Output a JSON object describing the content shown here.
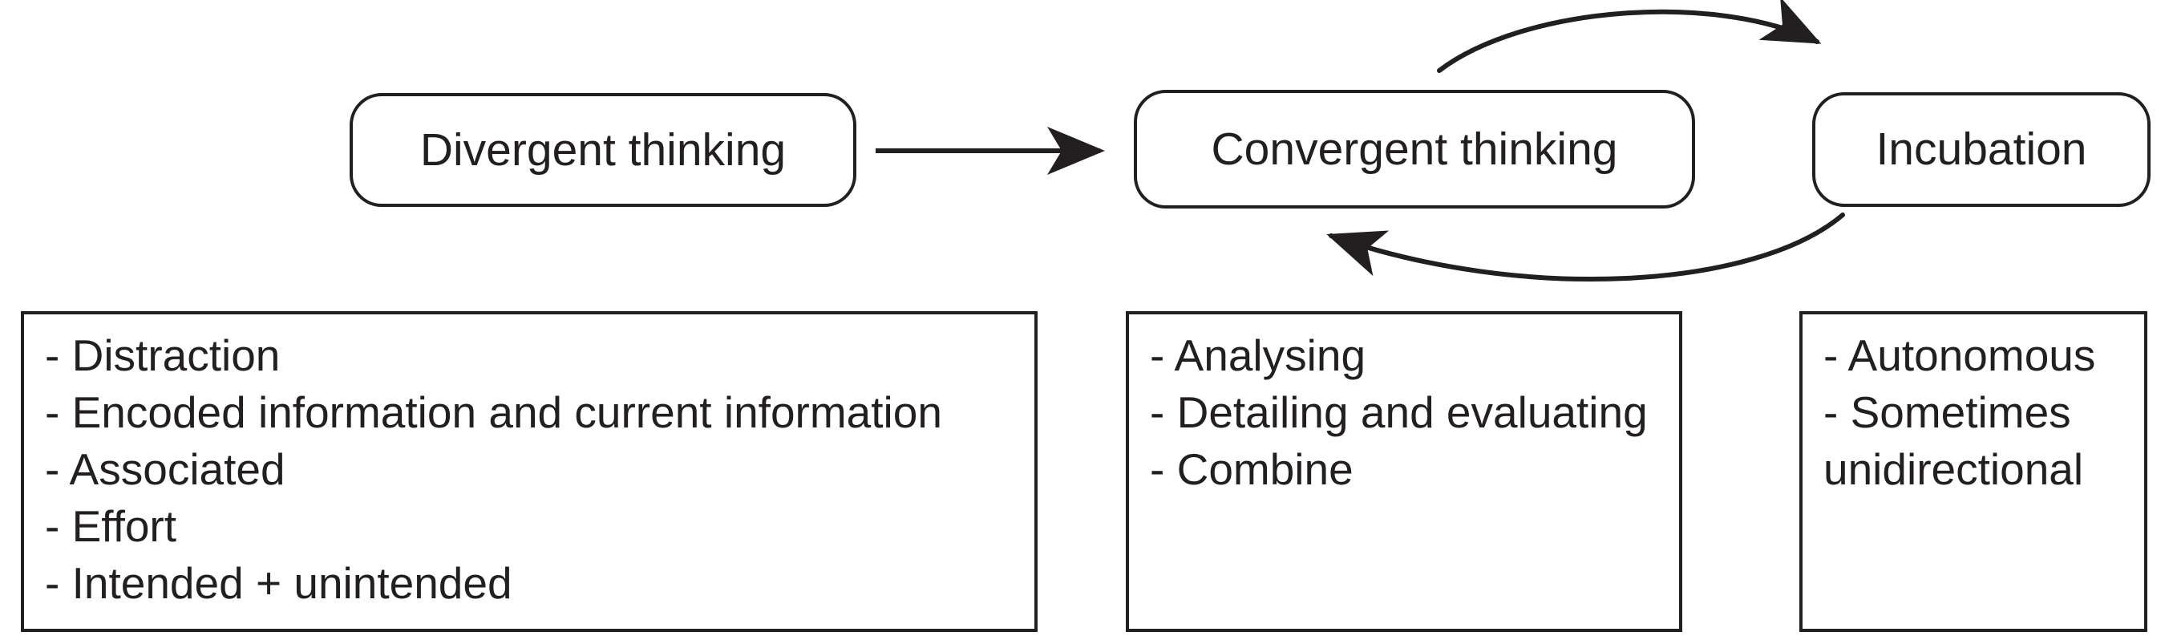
{
  "colors": {
    "line": "#231f20",
    "background": "#ffffff"
  },
  "stages": [
    {
      "label": "Divergent thinking"
    },
    {
      "label": "Convergent thinking"
    },
    {
      "label": "Incubation"
    }
  ],
  "connections": [
    {
      "from": "Divergent thinking",
      "to": "Convergent thinking",
      "style": "straight-arrow"
    },
    {
      "from": "Convergent thinking",
      "to": "Incubation",
      "style": "curved-arrow-top"
    },
    {
      "from": "Incubation",
      "to": "Convergent thinking",
      "style": "curved-arrow-bottom"
    }
  ],
  "notes": [
    {
      "stage": "Divergent thinking",
      "items": [
        "- Distraction",
        "- Encoded information and current information",
        "- Associated",
        "- Effort",
        "- Intended + unintended"
      ]
    },
    {
      "stage": "Convergent thinking",
      "items": [
        "- Analysing",
        "- Detailing and evaluating",
        "- Combine"
      ]
    },
    {
      "stage": "Incubation",
      "items": [
        "- Autonomous",
        "- Sometimes unidirectional"
      ]
    }
  ]
}
